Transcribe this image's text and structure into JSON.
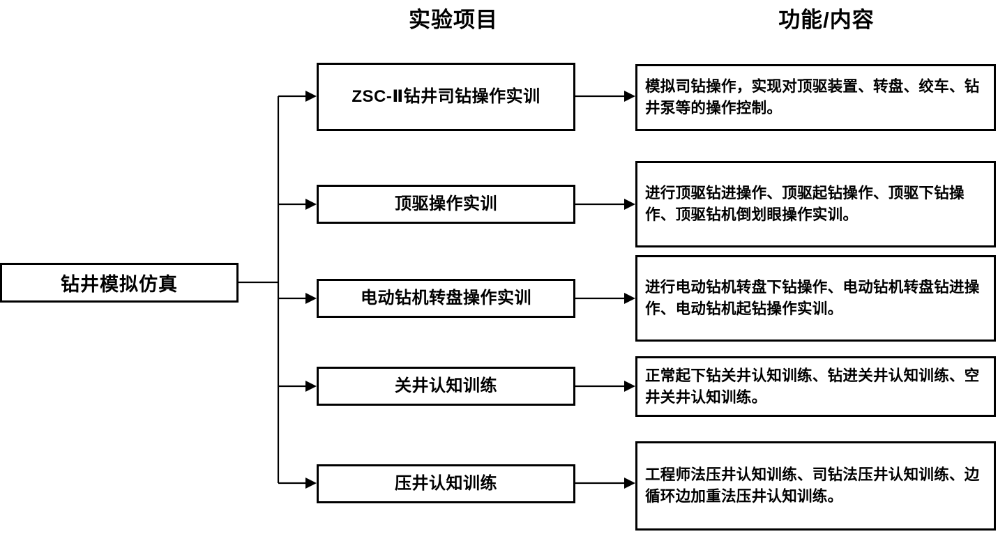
{
  "diagram": {
    "title_note": "",
    "root": {
      "label": "钻井模拟仿真"
    },
    "headers": {
      "projects": "实验项目",
      "content": "功能/内容"
    },
    "colors": {
      "stroke": "#000000",
      "fill": "#ffffff",
      "text": "#000000"
    },
    "rows": [
      {
        "item": "ZSC-Ⅱ钻井司钻操作实训",
        "desc": "模拟司钻操作，实现对顶驱装置、转盘、绞车、钻井泵等的操作控制。"
      },
      {
        "item": "顶驱操作实训",
        "desc": "进行顶驱钻进操作、顶驱起钻操作、顶驱下钻操作、顶驱钻机倒划眼操作实训。"
      },
      {
        "item": "电动钻机转盘操作实训",
        "desc": "进行电动钻机转盘下钻操作、电动钻机转盘钻进操作、电动钻机起钻操作实训。"
      },
      {
        "item": "关井认知训练",
        "desc": "正常起下钻关井认知训练、钻进关井认知训练、空井关井认知训练。"
      },
      {
        "item": "压井认知训练",
        "desc": "工程师法压井认知训练、司钻法压井认知训练、边循环边加重法压井认知训练。"
      }
    ]
  }
}
